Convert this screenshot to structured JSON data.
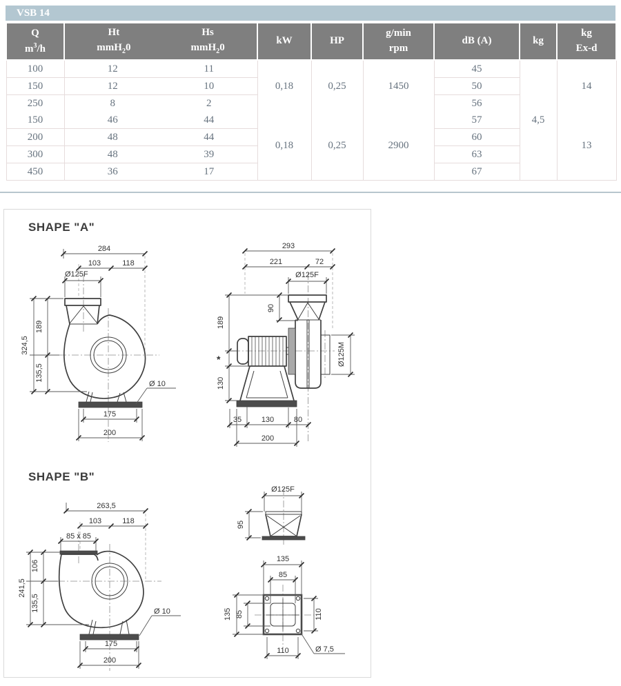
{
  "table": {
    "title": "VSB 14",
    "headers": {
      "q1": "Q",
      "q_m": "m",
      "q_sup": "3",
      "q_rest": "/h",
      "ht": "Ht",
      "hs": "Hs",
      "mm_pre": "mmH",
      "mm_sub": "2",
      "mm_post": "0",
      "kw": "kW",
      "hp": "HP",
      "rpm1": "g/min",
      "rpm2": "rpm",
      "db": "dB (A)",
      "kg": "kg",
      "exd1": "kg",
      "exd2": "Ex-d"
    },
    "rows": [
      {
        "q": "100",
        "ht": "12",
        "hs": "11",
        "db": "45"
      },
      {
        "q": "150",
        "ht": "12",
        "hs": "10",
        "db": "50"
      },
      {
        "q": "250",
        "ht": "8",
        "hs": "2",
        "db": "56"
      },
      {
        "q": "150",
        "ht": "46",
        "hs": "44",
        "db": "57"
      },
      {
        "q": "200",
        "ht": "48",
        "hs": "44",
        "db": "60"
      },
      {
        "q": "300",
        "ht": "48",
        "hs": "39",
        "db": "63"
      },
      {
        "q": "450",
        "ht": "36",
        "hs": "17",
        "db": "67"
      }
    ],
    "groups": [
      {
        "kw": "0,18",
        "hp": "0,25",
        "rpm": "1450",
        "exd": "14"
      },
      {
        "kw": "0,18",
        "hp": "0,25",
        "rpm": "2900",
        "exd": "13"
      }
    ],
    "kg_value": "4,5"
  },
  "drawings": {
    "shape_a": {
      "title": "SHAPE \"A\"",
      "front": {
        "total_width": "284",
        "left_width": "103",
        "right_width": "118",
        "inlet_dia": "Ø125F",
        "total_height": "324,5",
        "upper_height": "189",
        "lower_height": "135,5",
        "hole_dia": "Ø 10",
        "base_width": "175",
        "base_outer_width": "200"
      },
      "side": {
        "total_depth": "293",
        "body_depth": "221",
        "flange_depth": "72",
        "inlet_dia": "Ø125F",
        "outlet_drop": "90",
        "upper_height": "189",
        "note_star": "*",
        "pedestal_height": "130",
        "outlet_dia": "Ø125M",
        "foot_offset": "35",
        "foot_span": "130",
        "overhang": "80",
        "base_depth": "200"
      }
    },
    "shape_b": {
      "title": "SHAPE \"B\"",
      "front": {
        "total_width": "263,5",
        "left_width": "103",
        "right_width": "118",
        "outlet_size": "85 x 85",
        "total_height": "241,5",
        "upper_height": "106",
        "lower_height": "135,5",
        "hole_dia": "Ø 10",
        "base_width": "175",
        "base_outer_width": "200"
      },
      "outlet": {
        "inlet_dia": "Ø125F",
        "height": "95"
      },
      "flange": {
        "outer_width": "135",
        "inner_width": "85",
        "outer_height": "135",
        "inner_height": "85",
        "hole_spacing_v": "110",
        "hole_spacing_h": "110",
        "hole_dia": "Ø 7,5"
      }
    }
  },
  "colors": {
    "title_bar_bg": "#b3c7d1",
    "header_bg": "#7f7f7f",
    "body_text": "#67737f",
    "table_border": "#e6dcdc",
    "separator": "#b7c6cd",
    "box_border": "#d9d9d9"
  }
}
